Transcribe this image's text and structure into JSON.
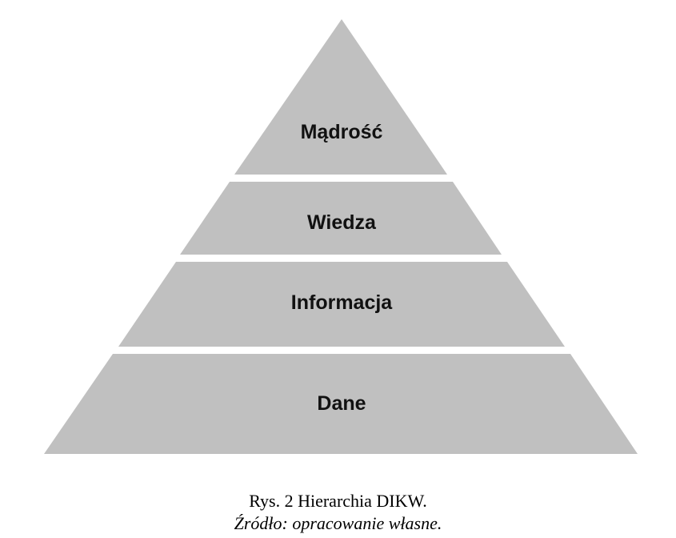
{
  "pyramid": {
    "layers": [
      {
        "label": "Mądrość"
      },
      {
        "label": "Wiedza"
      },
      {
        "label": "Informacja"
      },
      {
        "label": "Dane"
      }
    ]
  },
  "caption": {
    "title": "Rys. 2 Hierarchia DIKW.",
    "source": "Źródło: opracowanie własne."
  },
  "colors": {
    "layer_fill": "#c0c0c0",
    "label_text": "#111111",
    "background": "#ffffff"
  }
}
